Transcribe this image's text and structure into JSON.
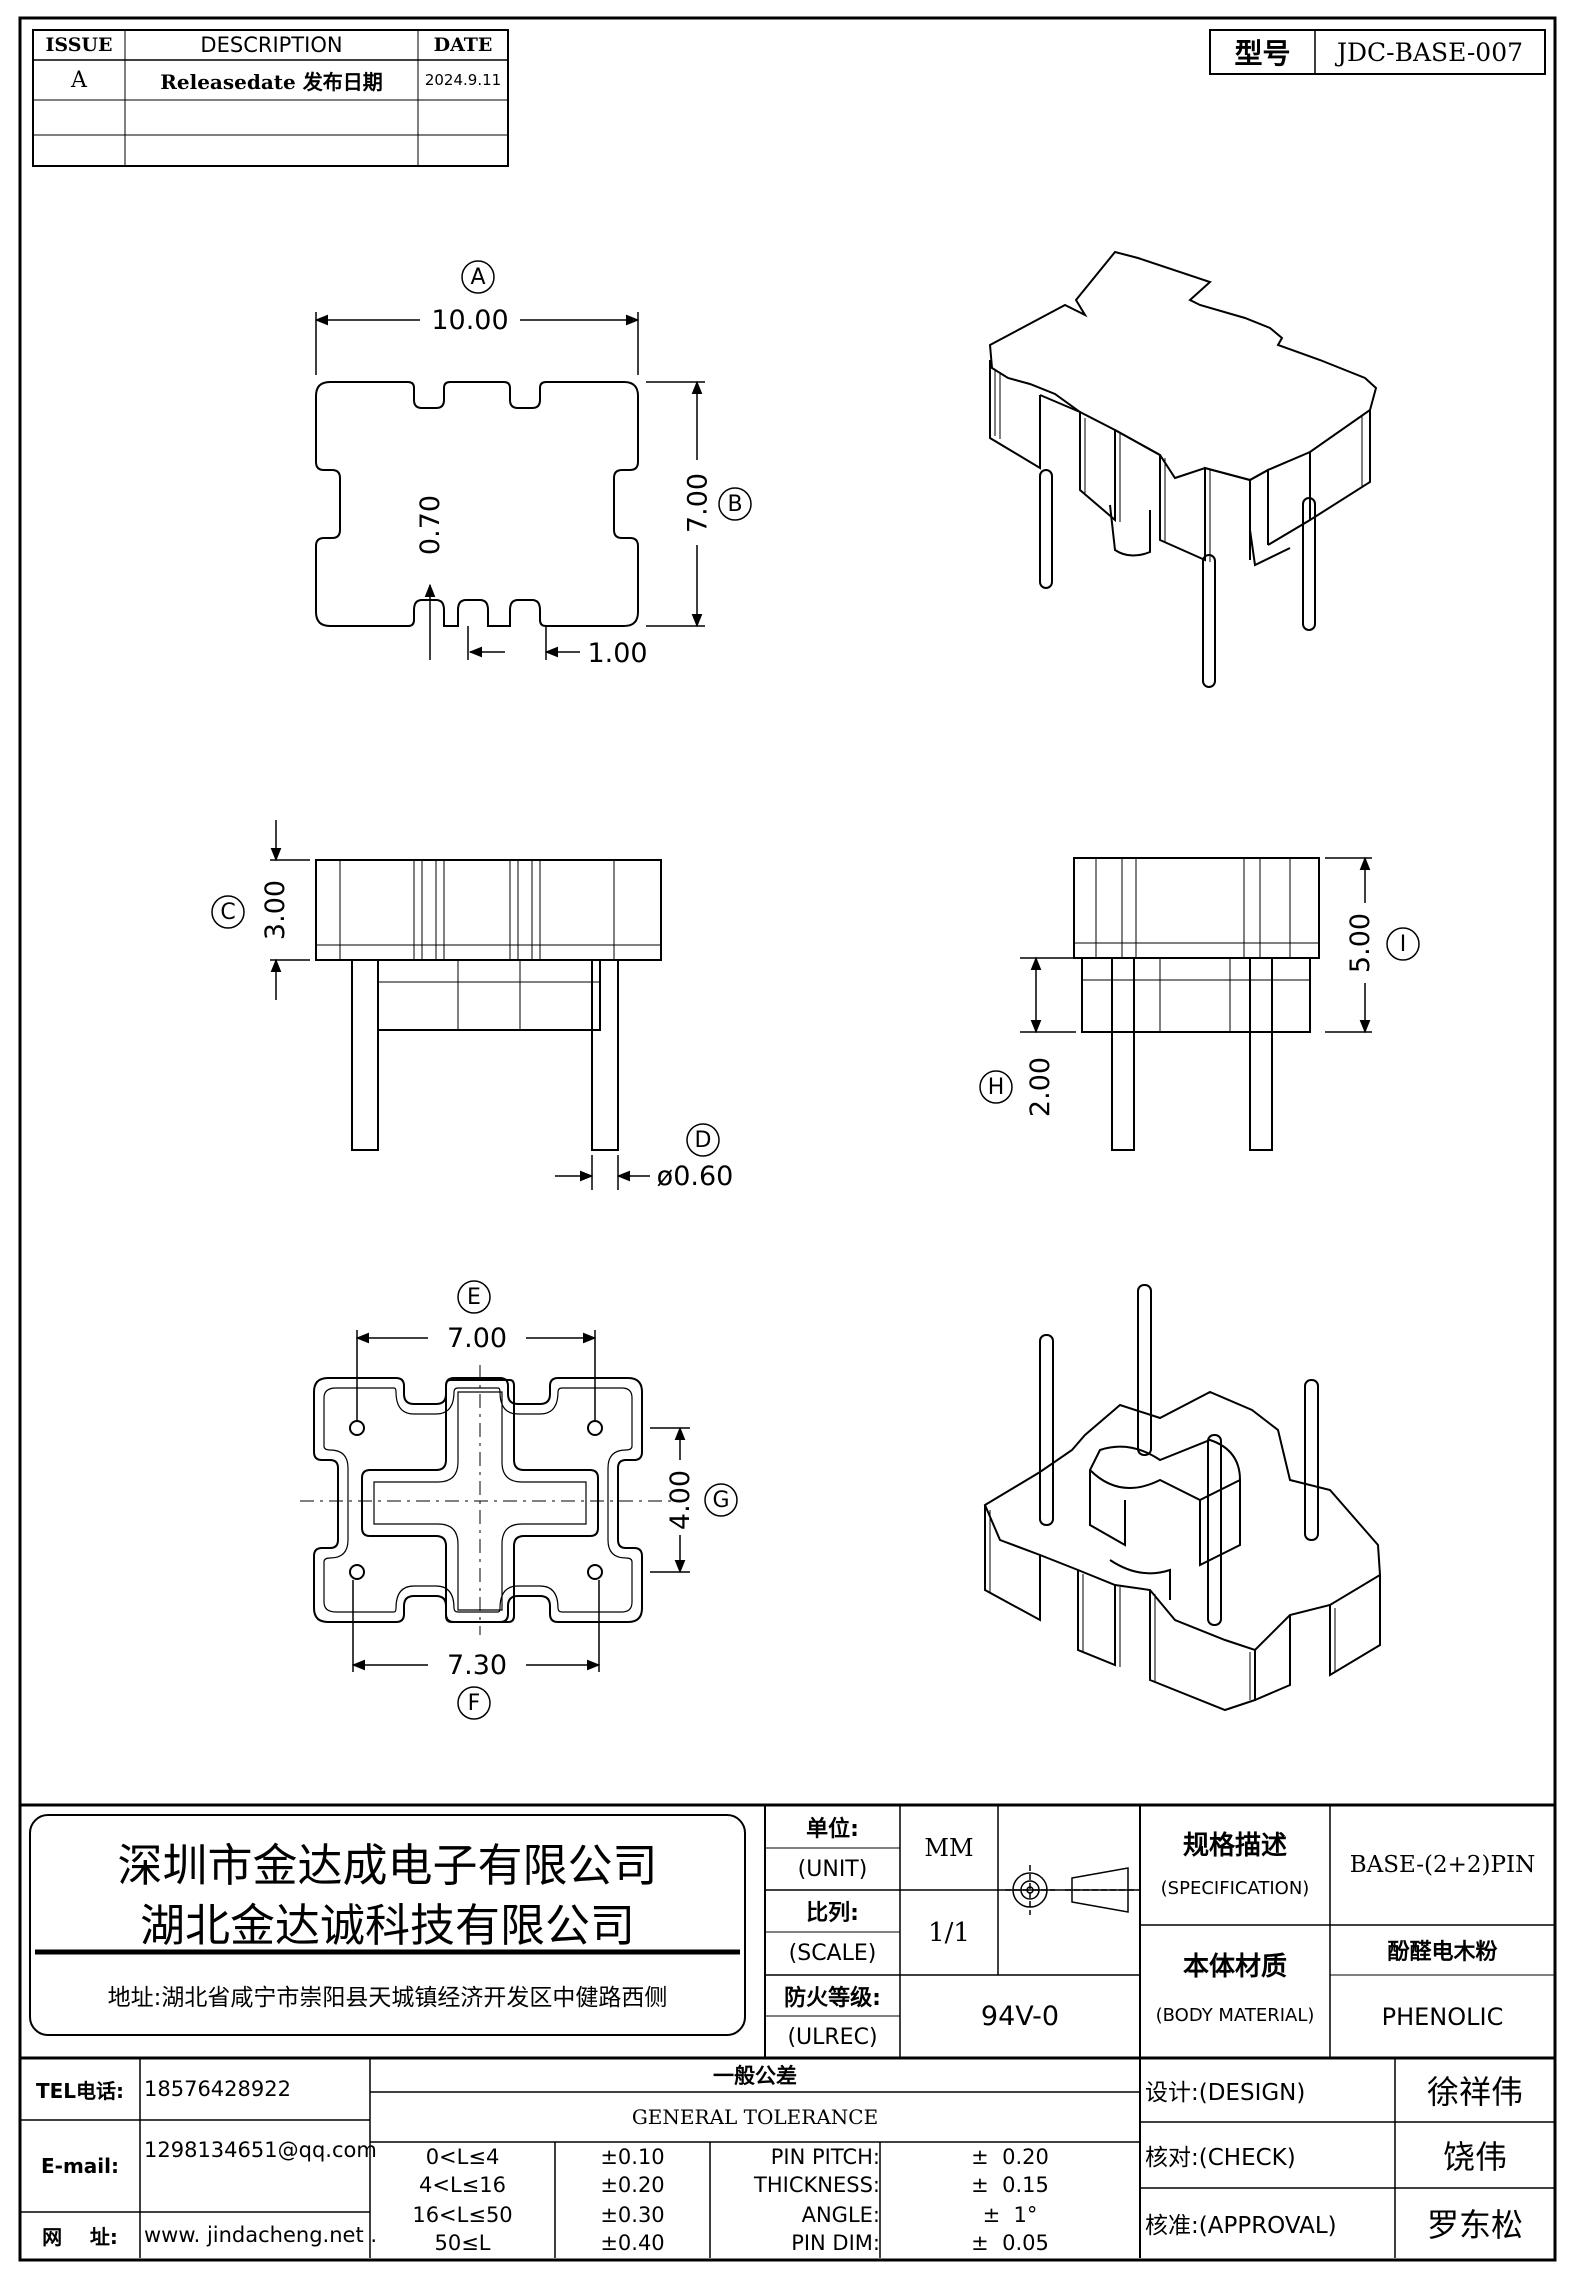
{
  "revision_table": {
    "headers": [
      "ISSUE",
      "DESCRIPTION",
      "DATE"
    ],
    "rows": [
      {
        "issue": "A",
        "description": "Releasedate 发布日期",
        "date": "2024.9.11"
      },
      {
        "issue": "",
        "description": "",
        "date": ""
      },
      {
        "issue": "",
        "description": "",
        "date": ""
      }
    ]
  },
  "model": {
    "label": "型号",
    "value": "JDC-BASE-007"
  },
  "dimensions": {
    "top_width": "10.00",
    "top_width_tag": "A",
    "top_height": "7.00",
    "top_height_tag": "B",
    "notch_depth": "0.70",
    "slot_width": "1.00",
    "body_height": "3.00",
    "body_height_tag": "C",
    "pin_diameter": "ø0.60",
    "pin_diameter_tag": "D",
    "pin_pitch_top": "7.00",
    "pin_pitch_top_tag": "E",
    "pin_pitch_bottom": "7.30",
    "pin_pitch_bottom_tag": "F",
    "pin_pitch_side": "4.00",
    "pin_pitch_side_tag": "G",
    "standoff": "2.00",
    "standoff_tag": "H",
    "total_height": "5.00",
    "total_height_tag": "I"
  },
  "company": {
    "name1": "深圳市金达成电子有限公司",
    "name2": "湖北金达诚科技有限公司",
    "address": "地址:湖北省咸宁市崇阳县天城镇经济开发区中健路西侧"
  },
  "info": {
    "unit_label": "单位:",
    "unit_label_en": "(UNIT)",
    "unit_value": "MM",
    "scale_label": "比列:",
    "scale_label_en": "(SCALE)",
    "scale_value": "1/1",
    "fire_label": "防火等级:",
    "fire_label_en": "(ULREC)",
    "fire_value": "94V-0",
    "spec_label": "规格描述",
    "spec_label_en": "(SPECIFICATION)",
    "spec_value": "BASE-(2+2)PIN",
    "material_label": "本体材质",
    "material_label_en": "(BODY MATERIAL)",
    "material_value_cn": "酚醛电木粉",
    "material_value_en": "PHENOLIC"
  },
  "contact": {
    "tel_label": "TEL电话:",
    "tel": "18576428922",
    "email_label": "E-mail:",
    "email": "1298134651@qq.com",
    "web_label": "网    址:",
    "web": "www. jindacheng.net ."
  },
  "tolerance": {
    "title_cn": "一般公差",
    "title_en": "GENERAL TOLERANCE",
    "ranges": [
      {
        "range": "0<L≤4",
        "tol": "±0.10"
      },
      {
        "range": "4<L≤16",
        "tol": "±0.20"
      },
      {
        "range": "16<L≤50",
        "tol": "±0.30"
      },
      {
        "range": "50≤L",
        "tol": "±0.40"
      }
    ],
    "items": [
      {
        "name": "PIN PITCH:",
        "tol": "±  0.20"
      },
      {
        "name": "THICKNESS:",
        "tol": "±  0.15"
      },
      {
        "name": "ANGLE:",
        "tol": "±  1°"
      },
      {
        "name": "PIN DIM:",
        "tol": "±  0.05"
      }
    ]
  },
  "approvals": [
    {
      "label": "设计:(DESIGN)",
      "name": "徐祥伟"
    },
    {
      "label": "核对:(CHECK)",
      "name": "饶伟"
    },
    {
      "label": "核准:(APPROVAL)",
      "name": "罗东松"
    }
  ]
}
